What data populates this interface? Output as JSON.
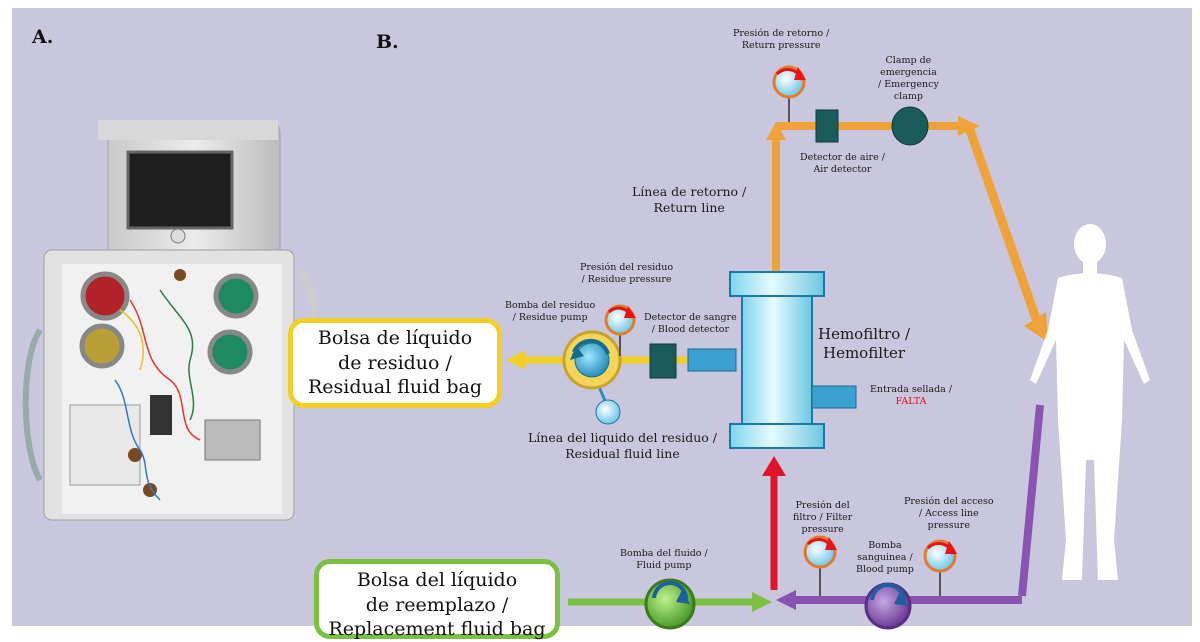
{
  "panel_a": {
    "tag": "A."
  },
  "panel_b": {
    "tag": "B."
  },
  "labels": {
    "return_pressure": [
      "Presión de retorno /",
      "Return pressure"
    ],
    "emergency_clamp": [
      "Clamp de",
      "emergencia",
      "/ Emergency",
      "clamp"
    ],
    "air_detector": [
      "Detector de aire /",
      "Air detector"
    ],
    "return_line": [
      "Línea de retorno /",
      "Return line"
    ],
    "residue_pressure": [
      "Presión del residuo",
      "/ Residue pressure"
    ],
    "residue_pump": [
      "Bomba del residuo",
      "/ Residue pump"
    ],
    "blood_detector": [
      "Detector de sangre",
      "/ Blood detector"
    ],
    "hemofilter": [
      "Hemofiltro /",
      "Hemofilter"
    ],
    "sealed_inlet": [
      "Entrada sellada /"
    ],
    "sealed_inlet_status": "FALTA",
    "residual_fluid_line": [
      "Línea del liquido del residuo /",
      "Residual fluid line"
    ],
    "fluid_pump": [
      "Bomba del fluido /",
      "Fluid pump"
    ],
    "filter_pressure": [
      "Presión del",
      "filtro / Filter",
      "pressure"
    ],
    "blood_pump": [
      "Bomba",
      "sanguinea /",
      "Blood pump"
    ],
    "access_pressure": [
      "Presión del acceso",
      "/ Access line",
      "pressure"
    ]
  },
  "bags": {
    "residual": [
      "Bolsa de líquido",
      "de residuo /",
      "Residual fluid bag"
    ],
    "replacement": [
      "Bolsa del líquido",
      "de reemplazo /",
      "Replacement fluid bag"
    ]
  },
  "colors": {
    "return_line": "#f0a23a",
    "residue_line": "#f2cf24",
    "replacement_line": "#7ac143",
    "access_line": "#8a55b0",
    "blood_in": "#e0142a",
    "filter": "#9fe6f6",
    "background": "#c9c7de"
  }
}
